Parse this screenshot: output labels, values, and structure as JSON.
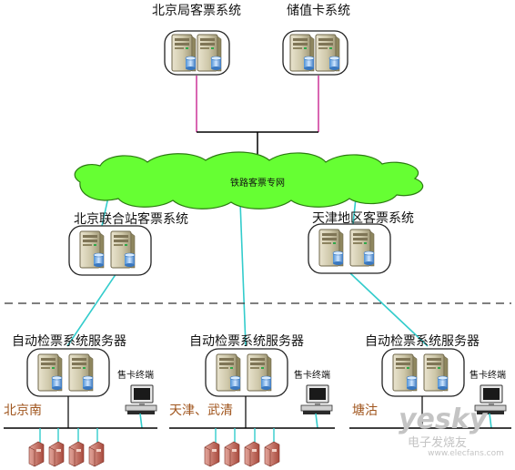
{
  "labels": {
    "beijing_bureau": "北京局客票系统",
    "stored_value": "储值卡系统",
    "network": "铁路客票专网",
    "beijing_joint": "北京联合站客票系统",
    "tianjin_region": "天津地区客票系统",
    "server_1": "自动检票系统服务器",
    "server_2": "自动检票系统服务器",
    "server_3": "自动检票系统服务器",
    "terminal_1": "售卡终端",
    "terminal_2": "售卡终端",
    "terminal_3": "售卡终端",
    "loc_1": "北京南",
    "loc_2": "天津、武清",
    "loc_3": "塘沽"
  },
  "watermark": {
    "brand": "yesky",
    "site_cn": "电子发烧友",
    "site_url": "www.elecfans.com"
  },
  "colors": {
    "cloud_fill": "#66ff33",
    "link_cyan": "#33cccc",
    "link_magenta": "#cc3399",
    "location_text": "#a0551d",
    "gate_fill": "#c0665a"
  }
}
